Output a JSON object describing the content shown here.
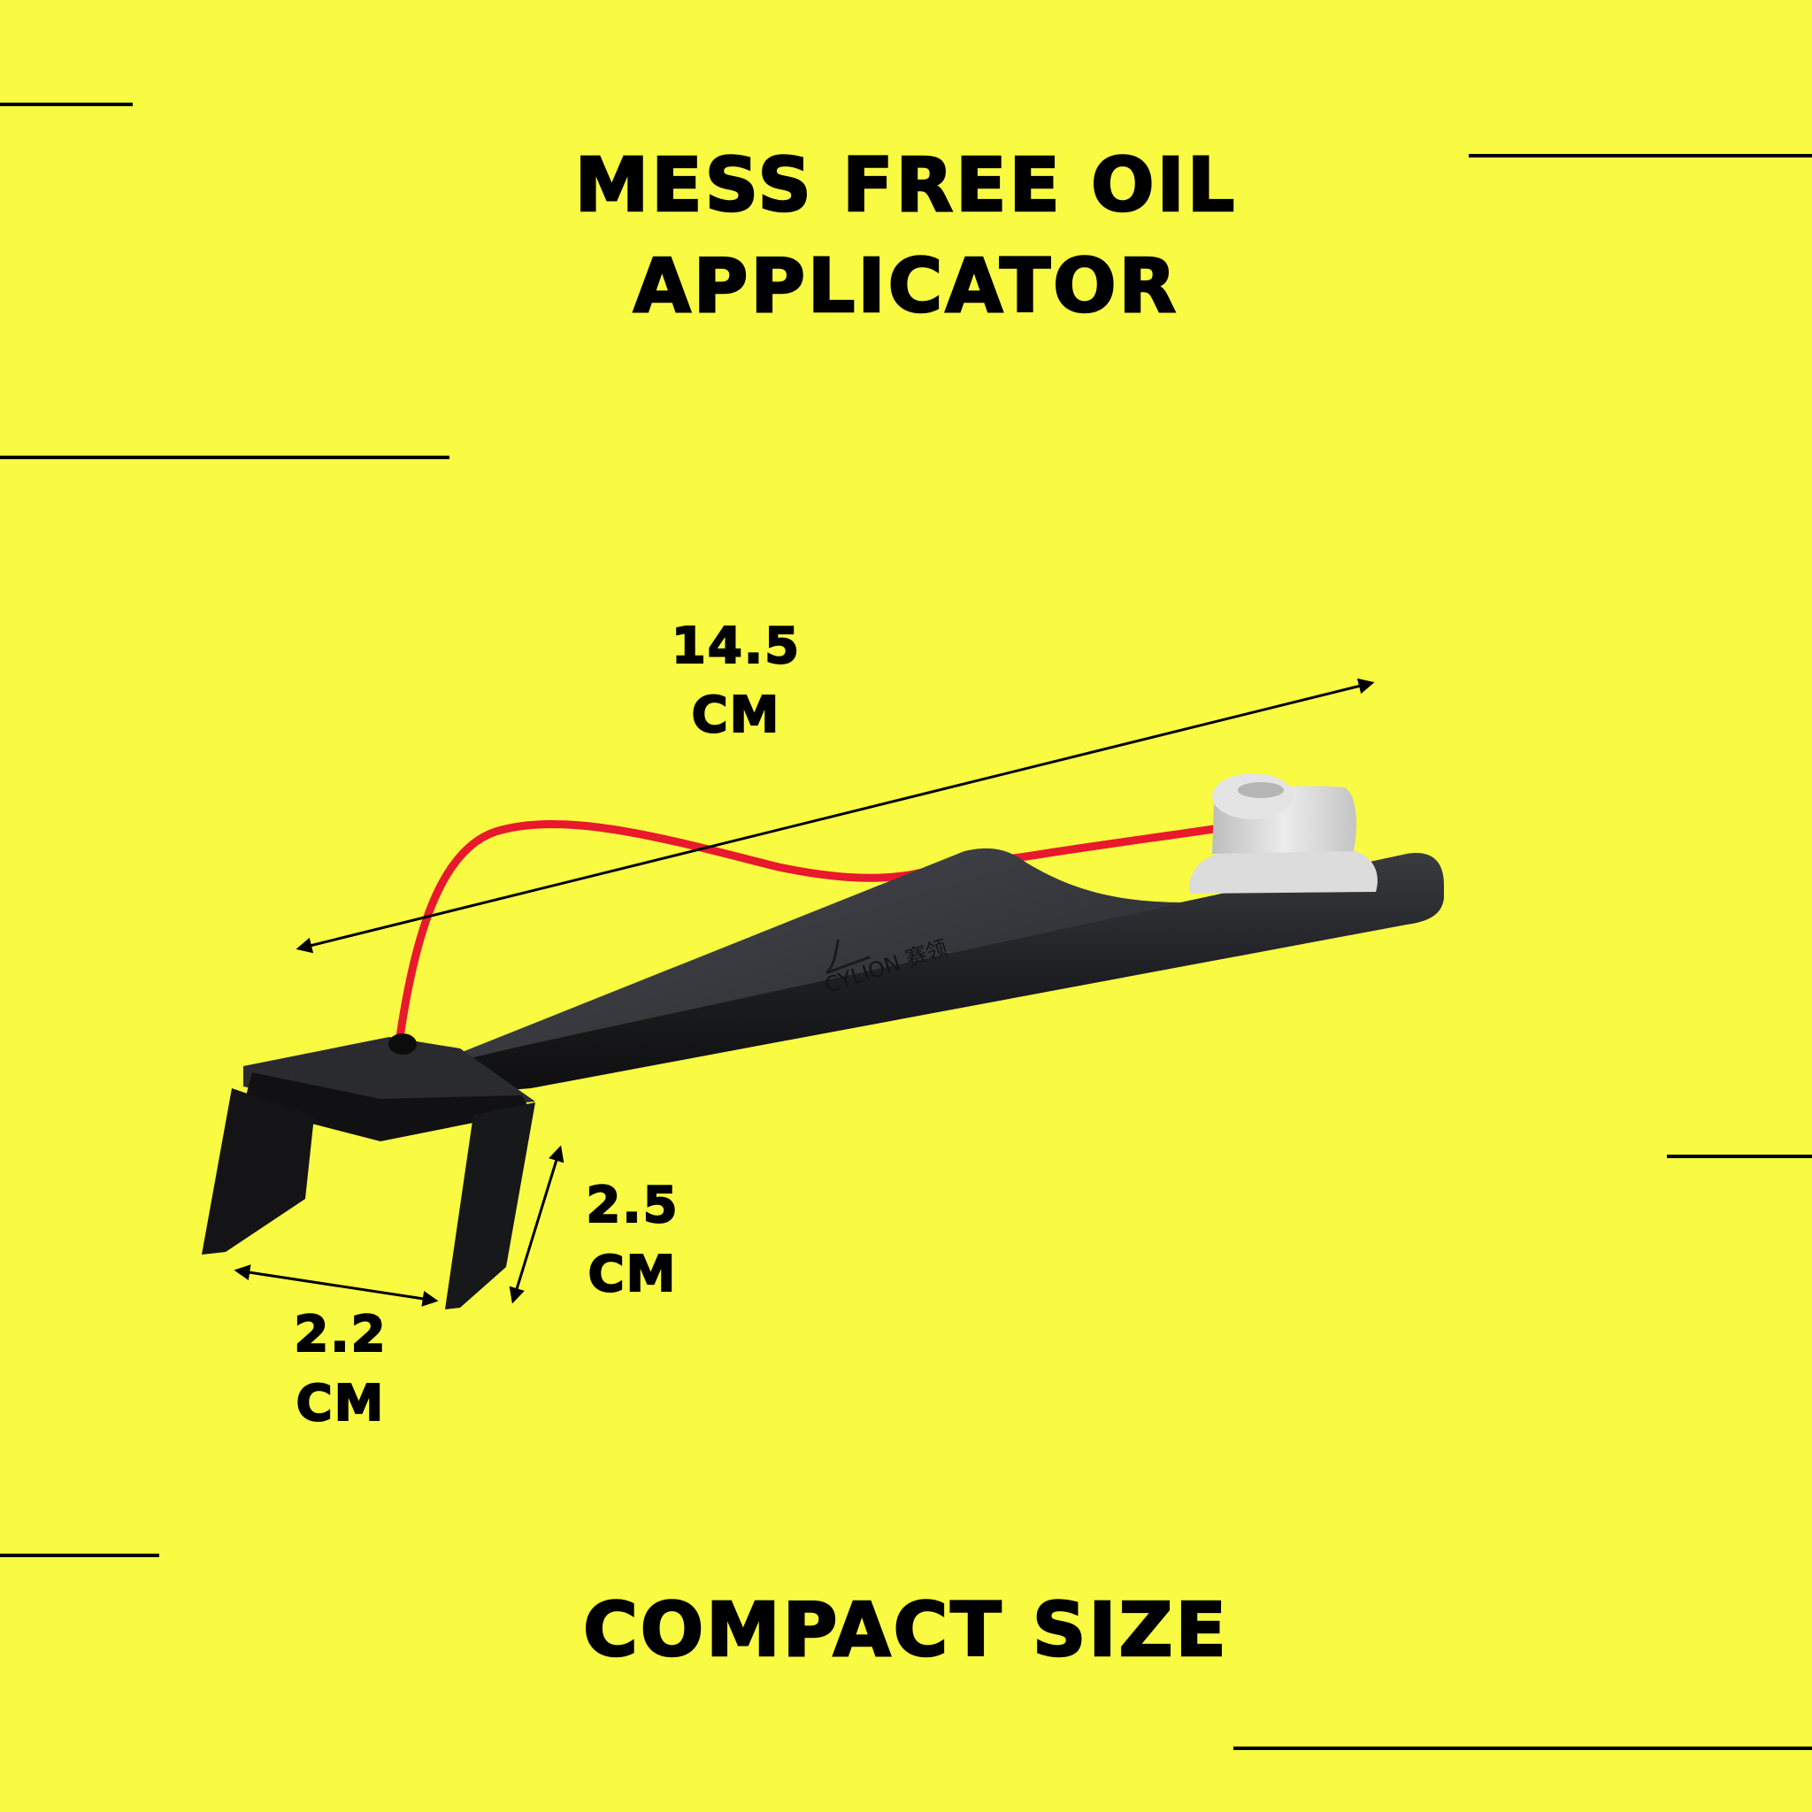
{
  "headline": {
    "line1": "MESS FREE OIL",
    "line2": "APPLICATOR"
  },
  "dimensions": {
    "length": {
      "value": "14.5",
      "unit": "CM"
    },
    "height": {
      "value": "2.5",
      "unit": "CM"
    },
    "width": {
      "value": "2.2",
      "unit": "CM"
    }
  },
  "footer": "COMPACT SIZE",
  "product": {
    "brand_logo_text": "CYLION 赛领",
    "icon": "oil-applicator-tool"
  },
  "colors": {
    "background": "#f8fb42",
    "text": "#000000",
    "tube": "#e8192c",
    "body": "#1c1d20",
    "nozzle": "#d9d9d9"
  }
}
